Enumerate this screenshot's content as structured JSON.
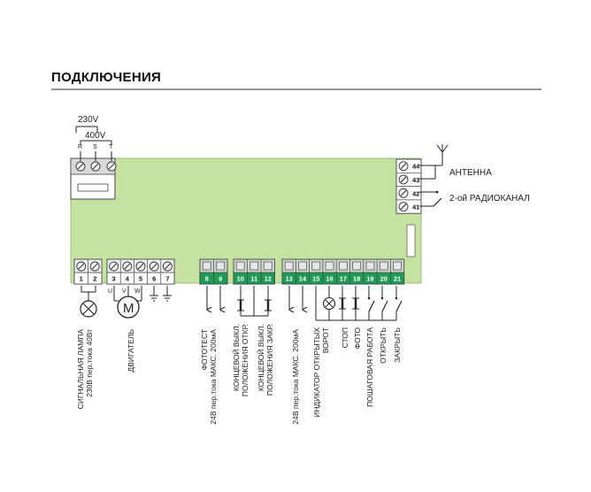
{
  "header": {
    "title": "ПОДКЛЮЧЕНИЯ"
  },
  "colors": {
    "board": "#c5e2a0",
    "board_stroke": "#9dbf80",
    "terminal_green": "#1f9b57",
    "terminal_gray": "#d9d9d9",
    "line": "#222222",
    "rule": "#555555"
  },
  "power": {
    "v230": "230V",
    "v400": "400V",
    "phases": [
      "R",
      "S",
      "T"
    ]
  },
  "terminal_groups": [
    {
      "id": "lamp",
      "color": "gray",
      "terminals": [
        "1",
        "2"
      ]
    },
    {
      "id": "motor",
      "color": "gray",
      "terminals": [
        "3",
        "4",
        "5",
        "6",
        "7"
      ]
    },
    {
      "id": "photo",
      "color": "green",
      "terminals": [
        "8",
        "9"
      ]
    },
    {
      "id": "limits",
      "color": "green",
      "terminals": [
        "10",
        "11",
        "12"
      ]
    },
    {
      "id": "inputs",
      "color": "green",
      "terminals": [
        "13",
        "14",
        "15",
        "16",
        "17",
        "18",
        "19",
        "20",
        "21"
      ]
    },
    {
      "id": "radio",
      "color": "white",
      "terminals": [
        "44",
        "43",
        "42",
        "41"
      ]
    }
  ],
  "motor_phase_labels": [
    "U",
    "V",
    "W"
  ],
  "motor_symbol": "M",
  "right_labels": {
    "antenna": "АНТЕННА",
    "radio2": "2-ой РАДИОКАНАЛ"
  },
  "bottom_labels": [
    {
      "id": "lamp",
      "lines": [
        "СИГНАЛЬНАЯ ЛАМПА",
        "230В пер.тока 40Вт"
      ]
    },
    {
      "id": "motor",
      "lines": [
        "ДВИГАТЕЛЬ"
      ]
    },
    {
      "id": "photo",
      "lines": [
        "ФОТОТЕСТ",
        "24В пер.тока МАКС. 200мА"
      ]
    },
    {
      "id": "limit-open",
      "lines": [
        "КОНЦЕВОЙ ВЫКЛ.",
        "ПОЛОЖЕНИЯ ОТКР."
      ]
    },
    {
      "id": "limit-close",
      "lines": [
        "КОНЦЕВОЙ ВЫКЛ.",
        "ПОЛОЖЕНИЯ ЗАКР."
      ]
    },
    {
      "id": "power24",
      "lines": [
        "24В пер.тока МАКС. 200мА"
      ]
    },
    {
      "id": "open-indicator",
      "lines": [
        "ИНДИКАТОР ОТКРЫТЫХ",
        "ВОРОТ"
      ]
    },
    {
      "id": "stop",
      "lines": [
        "СТОП"
      ]
    },
    {
      "id": "foto",
      "lines": [
        "ФОТО"
      ]
    },
    {
      "id": "step",
      "lines": [
        "ПОШАГОВАЯ РАБОТА"
      ]
    },
    {
      "id": "open",
      "lines": [
        "ОТКРЫТЬ"
      ]
    },
    {
      "id": "close",
      "lines": [
        "ЗАКРЫТЬ"
      ]
    }
  ]
}
